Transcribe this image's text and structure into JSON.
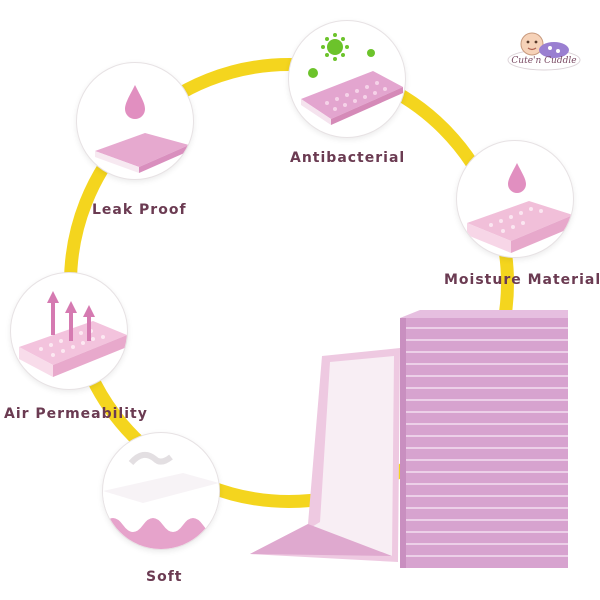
{
  "brand": {
    "logo_text": "Cute'n Cuddle",
    "colors": {
      "ring": "#f4d51e",
      "pad_pink": "#e2b3d4",
      "label": "#6b3b52",
      "virus_green": "#6cc32b"
    }
  },
  "features": [
    {
      "label": "Leak Proof",
      "icon": "water-drop-icon"
    },
    {
      "label": "Antibacterial",
      "icon": "virus-icon"
    },
    {
      "label": "Moisture Material",
      "icon": "water-drop-icon"
    },
    {
      "label": "Air Permeability",
      "icon": "up-arrows-icon"
    },
    {
      "label": "Soft",
      "icon": "wave-icon"
    }
  ]
}
